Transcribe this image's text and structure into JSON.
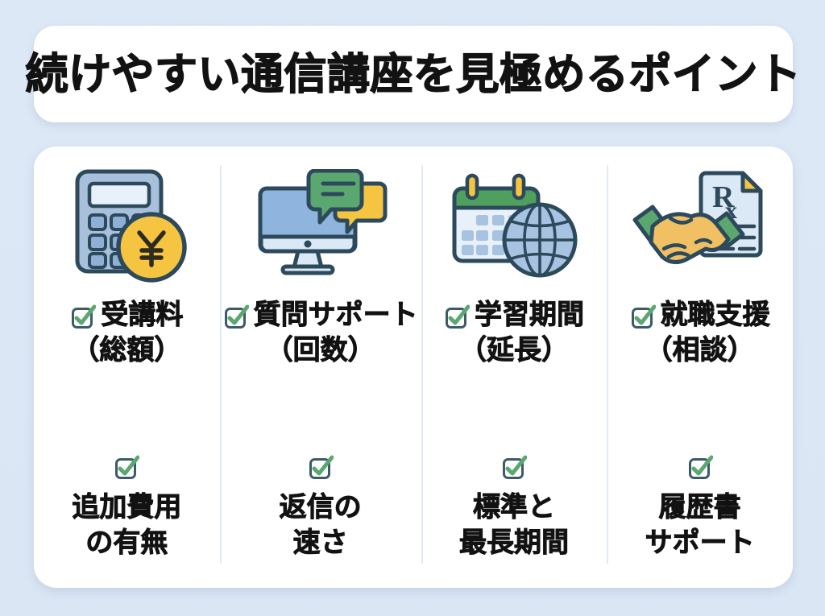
{
  "header": {
    "title": "続けやすい通信講座を見極めるポイント"
  },
  "theme": {
    "background": "#dbe7f5",
    "card": "#ffffff",
    "text": "#121212",
    "check_green": "#5aa86f",
    "outline_dark": "#2d4a5c",
    "accent_blue": "#8fb4dd",
    "accent_yellow": "#f5c542",
    "accent_orange": "#ef8022",
    "divider": "#e1eaf2"
  },
  "columns": [
    {
      "icon": "calculator-yen-icon",
      "primary_line1": "受講料",
      "primary_line2": "（総額）",
      "check_icon": "checkbox-checked-icon",
      "secondary_check_icon": "checkbox-checked-icon",
      "secondary_line1": "追加費用",
      "secondary_line2": "の有無"
    },
    {
      "icon": "monitor-chat-icon",
      "primary_line1": "質問サポート",
      "primary_line2": "（回数）",
      "check_icon": "checkbox-checked-icon",
      "secondary_check_icon": "checkbox-checked-icon",
      "secondary_line1": "返信の",
      "secondary_line2": "速さ"
    },
    {
      "icon": "calendar-globe-icon",
      "primary_line1": "学習期間",
      "primary_line2": "（延長）",
      "check_icon": "checkbox-checked-icon",
      "secondary_check_icon": "checkbox-checked-icon",
      "secondary_line1": "標準と",
      "secondary_line2": "最長期間"
    },
    {
      "icon": "handshake-document-icon",
      "primary_line1": "就職支援",
      "primary_line2": "（相談）",
      "check_icon": "checkbox-checked-icon",
      "secondary_check_icon": "checkbox-checked-icon",
      "secondary_line1": "履歴書",
      "secondary_line2": "サポート"
    }
  ]
}
